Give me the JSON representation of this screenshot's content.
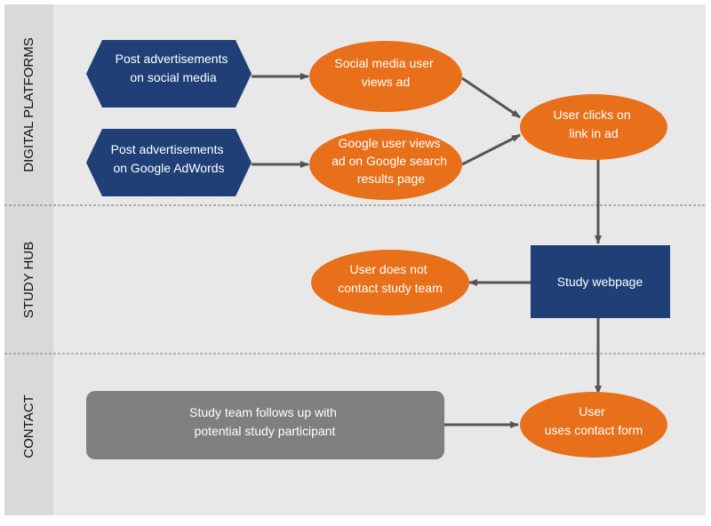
{
  "lanes": [
    {
      "label": "DIGITAL PLATFORMS"
    },
    {
      "label": "STUDY HUB"
    },
    {
      "label": "CONTACT"
    }
  ],
  "nodes": {
    "post_social": {
      "lines": [
        "Post advertisements",
        "on social media"
      ]
    },
    "post_google": {
      "lines": [
        "Post advertisements",
        "on Google AdWords"
      ]
    },
    "social_user": {
      "lines": [
        "Social media user",
        "views ad"
      ]
    },
    "google_user": {
      "lines": [
        "Google user views",
        "ad on Google search",
        "results page"
      ]
    },
    "user_clicks": {
      "lines": [
        "User clicks on",
        "link in ad"
      ]
    },
    "study_webpage": {
      "lines": [
        "Study webpage"
      ]
    },
    "no_contact": {
      "lines": [
        "User  does not",
        "contact study team"
      ]
    },
    "user_contact": {
      "lines": [
        "User",
        "uses contact form"
      ]
    },
    "team_follow": {
      "lines": [
        "Study team follows up with",
        "potential study participant"
      ]
    }
  },
  "colors": {
    "hexagon": "#1f3f76",
    "ellipse": "#e8701a",
    "webpage": "#1f3f76",
    "team_box": "#7f7f7f",
    "lane_background": "#e8e8e8",
    "lane_header": "#d9d9d9",
    "arrow": "#555555",
    "divider": "#7a7a7a"
  }
}
